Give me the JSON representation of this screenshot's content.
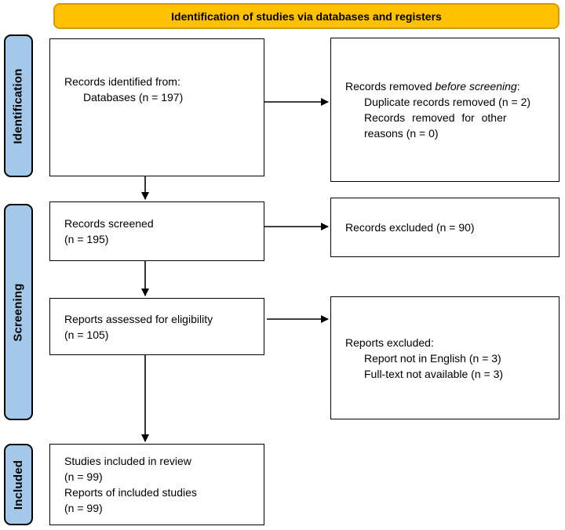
{
  "banner": {
    "label": "Identification of studies via databases and registers"
  },
  "colors": {
    "banner_bg": "#FFC000",
    "banner_border": "#D59B00",
    "stage_bg": "#A4C8EA"
  },
  "stages": {
    "identification": "Identification",
    "screening": "Screening",
    "included": "Included"
  },
  "boxes": {
    "records_identified": {
      "line1": "Records identified from:",
      "line2": "Databases (n = 197)"
    },
    "records_removed": {
      "line1_prefix": "Records removed ",
      "line1_italic": "before screening",
      "line1_suffix": ":",
      "line2": "Duplicate records removed (n = 2)",
      "line3": "Records removed for other",
      "line4": "reasons (n = 0)"
    },
    "records_screened": {
      "line1": "Records screened",
      "line2": "(n = 195)"
    },
    "records_excluded": {
      "line1": "Records excluded (n = 90)"
    },
    "reports_assessed": {
      "line1": "Reports assessed for eligibility",
      "line2": "(n = 105)"
    },
    "reports_excluded": {
      "line1": "Reports excluded:",
      "line2": "Report not in English (n = 3)",
      "line3": "Full-text not available (n = 3)"
    },
    "studies_included": {
      "line1": "Studies included in review",
      "line2": "(n = 99)",
      "line3": "Reports of included studies",
      "line4": "(n = 99)"
    }
  }
}
